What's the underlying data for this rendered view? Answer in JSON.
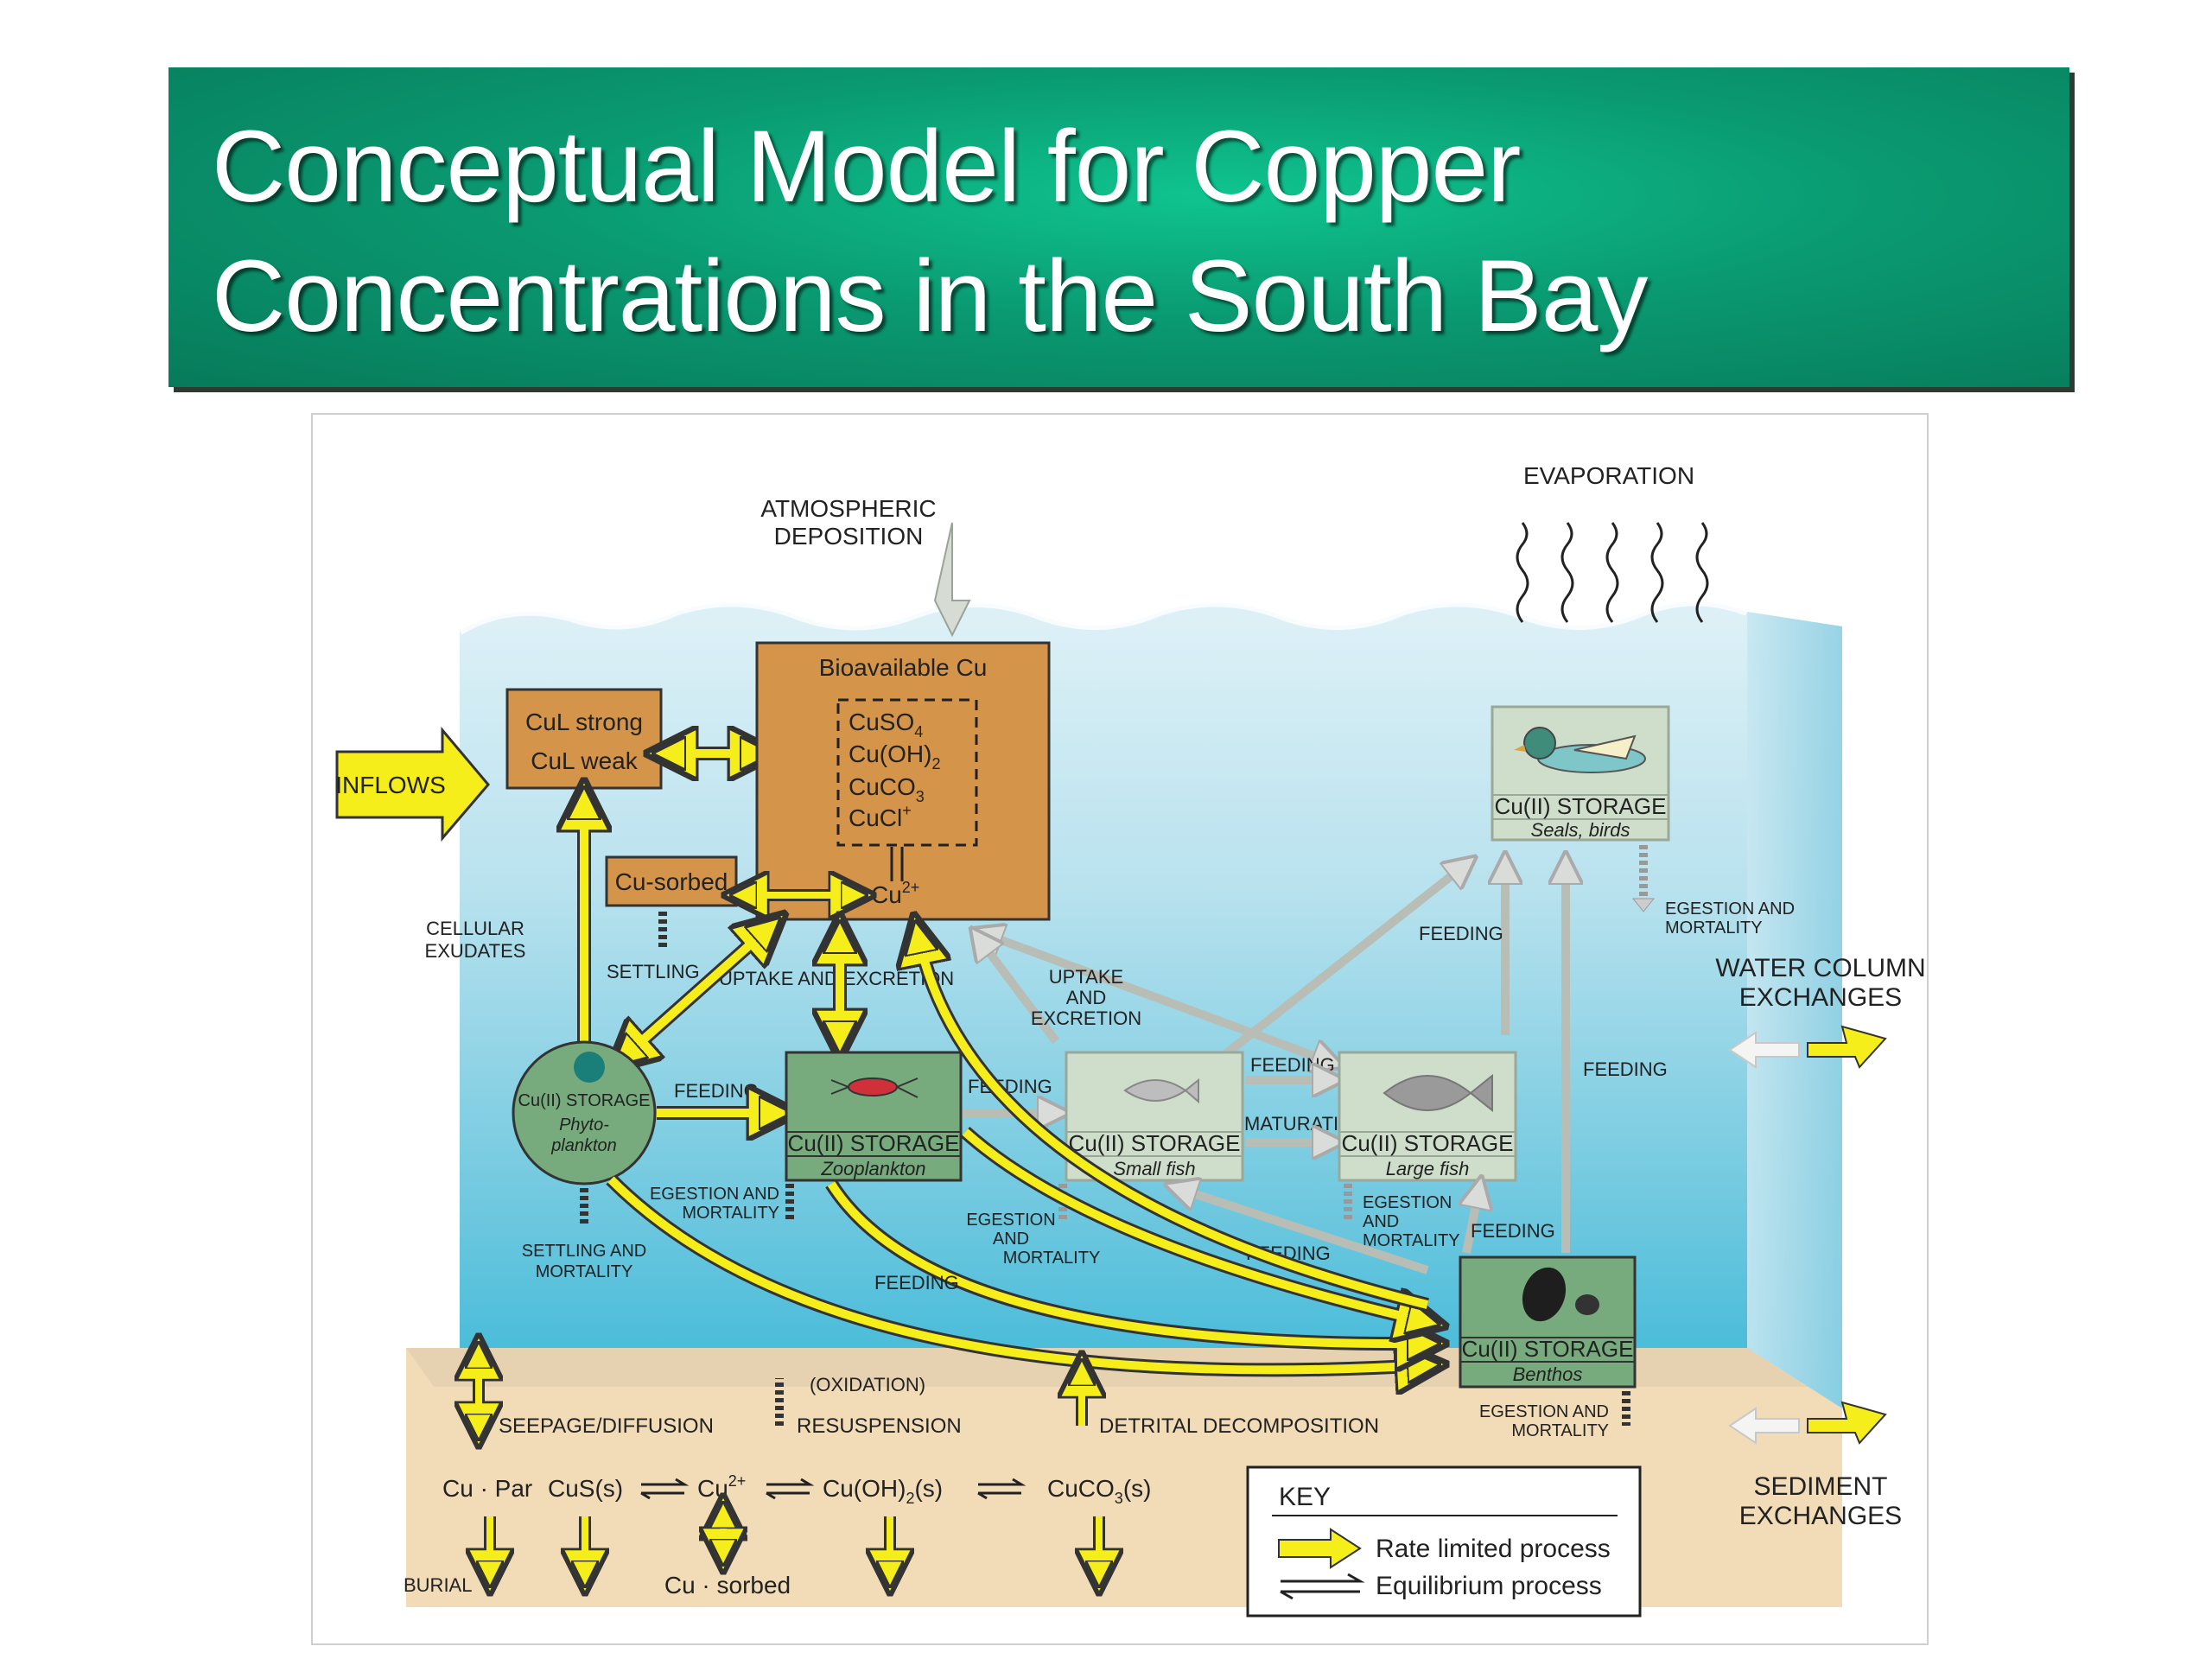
{
  "title": {
    "line1": "Conceptual Model for Copper",
    "line2": "Concentrations in the South Bay"
  },
  "diagram": {
    "evaporation": "EVAPORATION",
    "atmospheric": [
      "ATMOSPHERIC",
      "DEPOSITION"
    ],
    "inflows": "INFLOWS",
    "cul_strong": "CuL strong",
    "cul_weak": "CuL weak",
    "bioavailable_title": "Bioavailable Cu",
    "species": [
      "CuSO",
      "Cu(OH)",
      "CuCO",
      "CuCl"
    ],
    "species_sub": [
      "4",
      "2",
      "3",
      "+"
    ],
    "cu2": "Cu",
    "cu2_sup": "2+",
    "cu_sorbed": "Cu-sorbed",
    "cellular_exudates": [
      "CELLULAR",
      "EXUDATES"
    ],
    "settling": "SETTLING",
    "uptake_excretion": "UPTAKE AND EXCRETION",
    "uptake_excretion2": [
      "UPTAKE",
      "AND",
      "EXCRETION"
    ],
    "feeding": "FEEDING",
    "maturation": "MATURATION",
    "storage": "Cu(II) STORAGE",
    "phyto": [
      "Phyto-",
      "plankton"
    ],
    "zooplankton": "Zooplankton",
    "small_fish": "Small fish",
    "large_fish": "Large fish",
    "seals_birds": "Seals, birds",
    "benthos": "Benthos",
    "egestion_mortality": [
      "EGESTION AND",
      "MORTALITY"
    ],
    "egestion_mortality3": [
      "EGESTION",
      "AND",
      "MORTALITY"
    ],
    "settling_mortality": [
      "SETTLING AND",
      "MORTALITY"
    ],
    "water_column": [
      "WATER COLUMN",
      "EXCHANGES"
    ],
    "sediment": [
      "SEDIMENT",
      "EXCHANGES"
    ],
    "oxidation": "(OXIDATION)",
    "seepage": "SEEPAGE/DIFFUSION",
    "resuspension": "RESUSPENSION",
    "detrital": "DETRITAL DECOMPOSITION",
    "sed_cu_par": "Cu · Par",
    "sed_cus": "CuS(s)",
    "sed_cu2": "Cu",
    "sed_cu2_sup": "2+",
    "sed_cuoh2": "Cu(OH)",
    "sed_cuoh2_sub": "2",
    "sed_cuoh2_end": "(s)",
    "sed_cuco3": "CuCO",
    "sed_cuco3_sub": "3",
    "sed_cuco3_end": "(s)",
    "sed_cu_sorbed": "Cu · sorbed",
    "burial": "BURIAL",
    "key_title": "KEY",
    "key_rate": "Rate limited process",
    "key_equil": "Equilibrium process"
  },
  "colors": {
    "title_green": "#0a9a71",
    "copper_box": "#d4944a",
    "yellow_arrow": "#f5ee1a",
    "storage_green": "#77ab7d",
    "sediment": "#f2dcb8",
    "water": "#5fc3dc"
  }
}
